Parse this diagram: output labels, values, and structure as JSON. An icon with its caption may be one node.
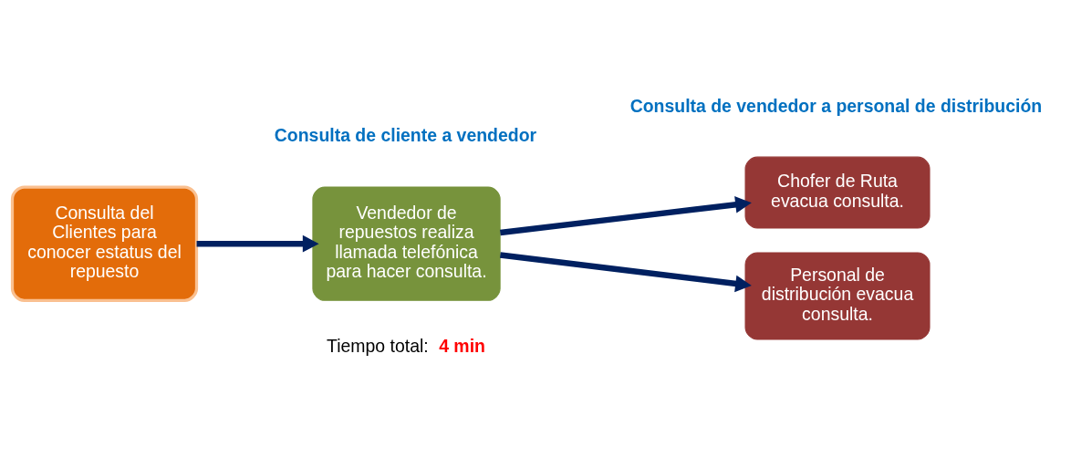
{
  "diagram": {
    "nodes": [
      {
        "text": [
          "Consulta del Clientes para conocer estatus del repuesto"
        ]
      },
      {
        "text": [
          "Vendedor de repuestos realiza llamada telefónica para hacer consulta."
        ]
      },
      {
        "text": [
          "Chofer de Ruta evacua consulta."
        ]
      },
      {
        "text": [
          "Personal de distribución evacua consulta."
        ]
      }
    ],
    "edges": [
      {
        "from": 0,
        "to": 1,
        "arrow": "to"
      },
      {
        "from": 1,
        "to": 2,
        "arrow": "to"
      },
      {
        "from": 1,
        "to": 3,
        "arrow": "to"
      }
    ],
    "labels": [
      "Consulta de cliente a vendedor",
      "Consulta de vendedor a personal de distribución",
      "Tiempo total:",
      "4 min"
    ]
  }
}
